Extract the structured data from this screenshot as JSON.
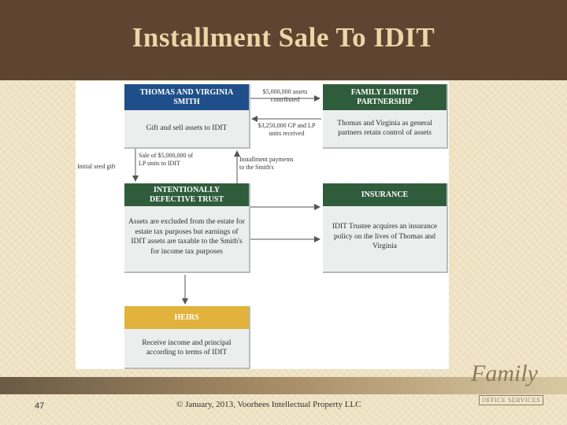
{
  "title": "Installment Sale To IDIT",
  "diagram": {
    "boxes": {
      "smith": {
        "head": "THOMAS AND VIRGINIA SMITH",
        "body": "Gift and sell assets to IDIT"
      },
      "flp": {
        "head": "FAMILY LIMITED PARTNERSHIP",
        "body": "Thomas and Virginia as general partners retain control of assets"
      },
      "idit": {
        "head": "INTENTIONALLY DEFECTIVE TRUST",
        "body": "Assets are excluded from the estate for estate tax purposes but earnings of IDIT assets are taxable to the Smith's for income tax purposes"
      },
      "insurance": {
        "head": "INSURANCE",
        "body": "IDIT Trustee acquires an insurance policy on the lives of Thomas and Virginia"
      },
      "heirs": {
        "head": "HEIRS",
        "body": "Receive income and principal according to terms of IDIT"
      }
    },
    "labels": {
      "assets_contributed": "$5,000,000 assets contributed",
      "gp_lp_units": "$3,250,000 GP and LP units received",
      "sale_lp_units": "Sale of $5,000,000 of LP units to IDIT",
      "initial_seed_gift": "Initial seed gift",
      "installment_payments": "Installment payments to the Smith's"
    }
  },
  "footer": {
    "page_number": "47",
    "copyright": "© January, 2013, Voorhees Intellectual Property LLC",
    "logo_script": "Family",
    "logo_sub": "OFFICE SERVICES"
  },
  "colors": {
    "title_bar": "#5d4532",
    "title_text": "#e9d7a6",
    "box_blue": "#1f4f8a",
    "box_green": "#2f5d3c",
    "box_gold": "#e1b23c"
  }
}
